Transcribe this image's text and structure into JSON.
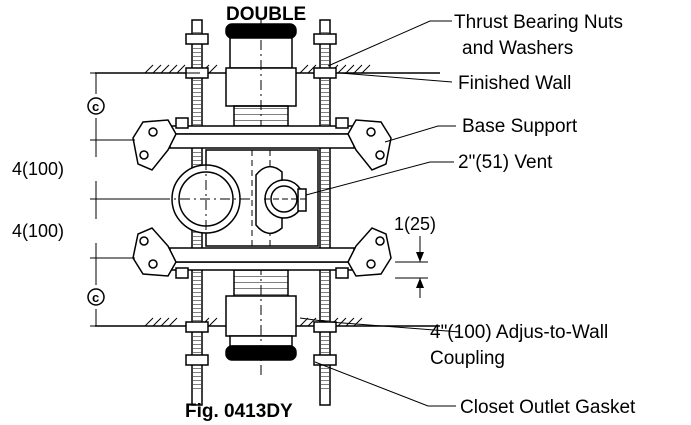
{
  "figure": {
    "title": "DOUBLE",
    "caption": "Fig. 0413DY"
  },
  "callouts": {
    "thrust_bearing_line1": "Thrust Bearing Nuts",
    "thrust_bearing_line2": "and Washers",
    "finished_wall": "Finished Wall",
    "base_support": "Base Support",
    "vent": "2\"(51) Vent",
    "coupling_line1": "4\"(100) Adjus-to-Wall",
    "coupling_line2": "Coupling",
    "gasket": "Closet Outlet Gasket"
  },
  "dimensions": {
    "upper_spacing": "4(100)",
    "lower_spacing": "4(100)",
    "offset": "1(25)",
    "c_marker": "c"
  },
  "colors": {
    "line": "#000000",
    "background": "#ffffff"
  }
}
